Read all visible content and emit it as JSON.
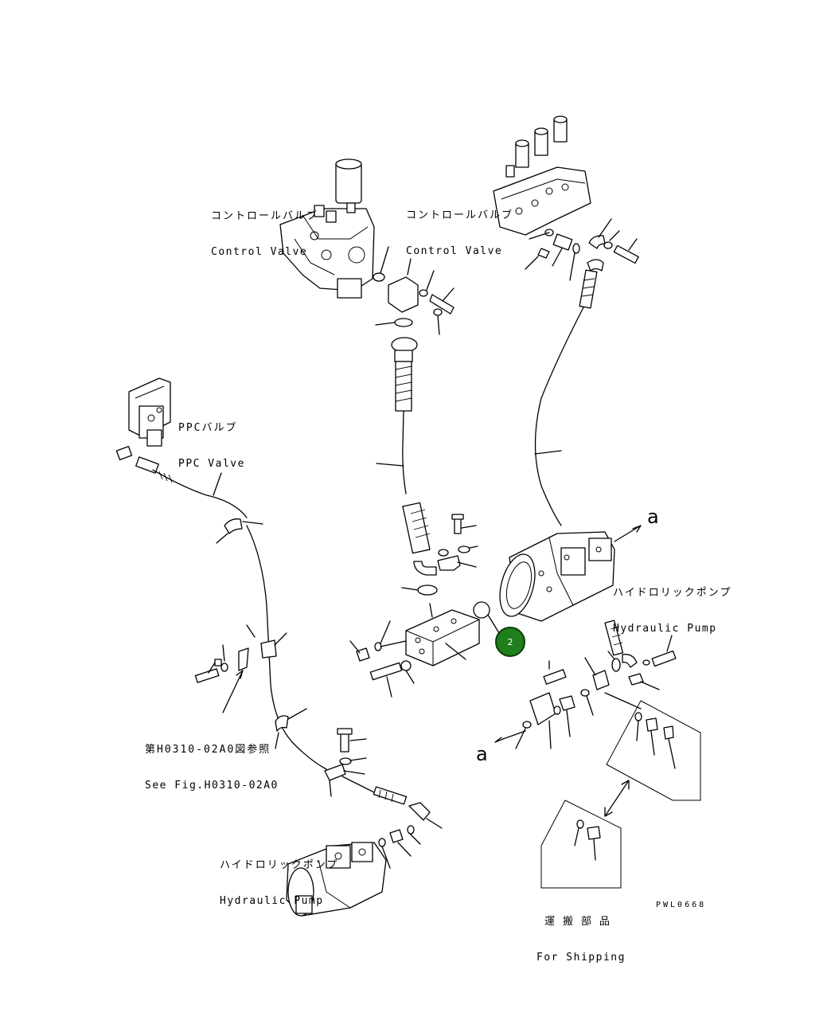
{
  "labels": {
    "control_valve_left": {
      "jp": "コントロールバルブ",
      "en": "Control Valve"
    },
    "control_valve_right": {
      "jp": "コントロールバルブ",
      "en": "Control Valve"
    },
    "ppc_valve": {
      "jp": "PPCバルブ",
      "en": "PPC Valve"
    },
    "hydraulic_pump_right": {
      "jp": "ハイドロリックポンプ",
      "en": "Hydraulic Pump"
    },
    "hydraulic_pump_bottom": {
      "jp": "ハイドロリックポンプ",
      "en": "Hydraulic Pump"
    },
    "see_figure": {
      "jp": "第H0310-02A0図参照",
      "en": "See Fig.H0310-02A0"
    },
    "for_shipping": {
      "jp": "運搬部品",
      "en": "For Shipping"
    }
  },
  "callouts": {
    "top": "a",
    "bottom": "a"
  },
  "part_number_badge": "2",
  "drawing_code": "PWL0668",
  "colors": {
    "badge_fill": "#1f7f1a",
    "line": "#000000",
    "background": "#ffffff"
  }
}
